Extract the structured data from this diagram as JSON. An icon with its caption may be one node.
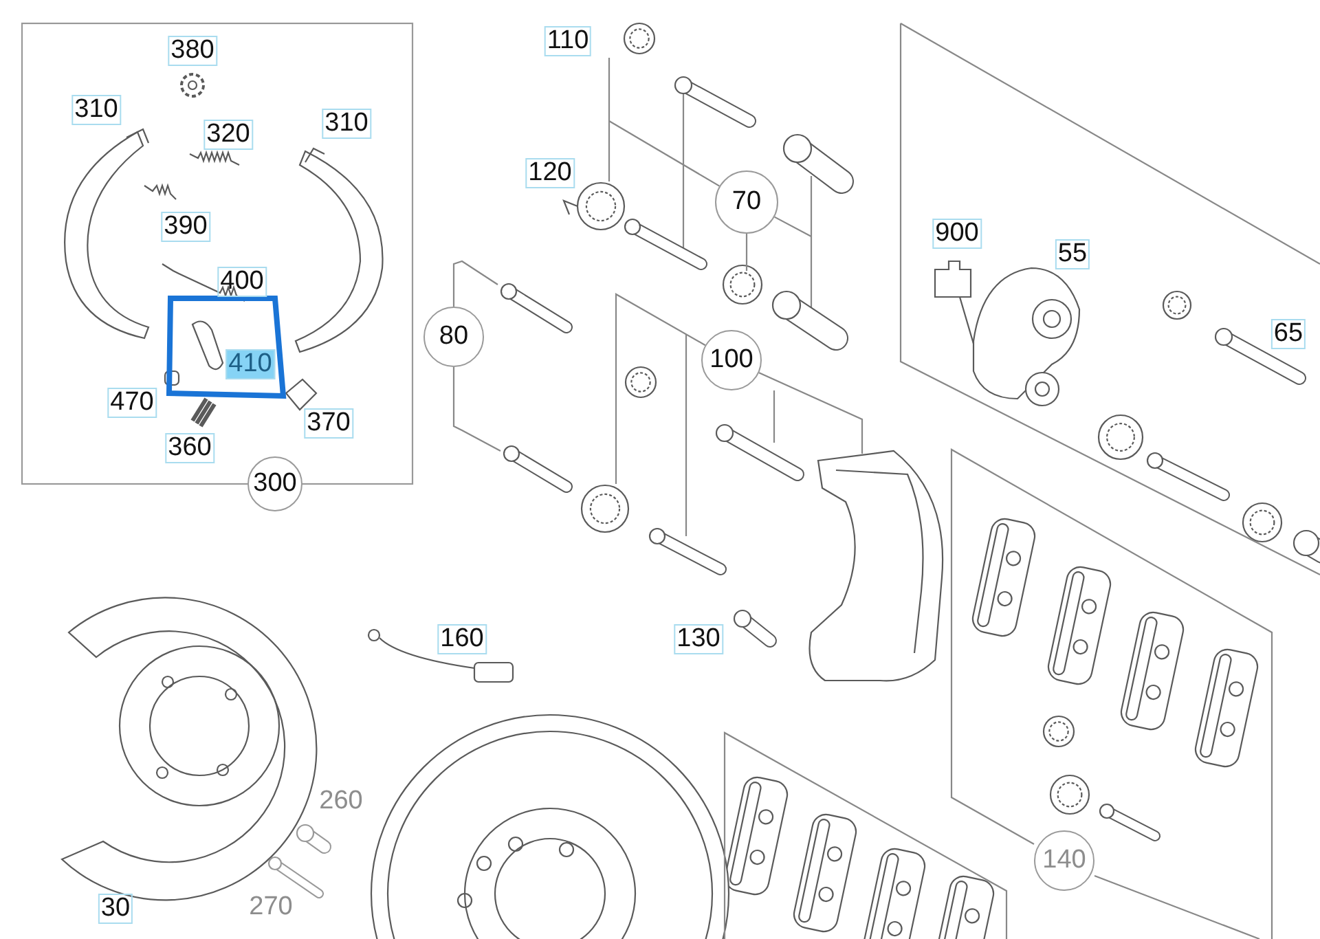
{
  "diagram": {
    "nodes": [
      {
        "text": [
          "70"
        ]
      },
      {
        "text": [
          "80"
        ]
      },
      {
        "text": [
          "100"
        ]
      },
      {
        "text": [
          "300"
        ]
      },
      {
        "text": [
          "140"
        ]
      }
    ],
    "edges": [
      {
        "from": 0,
        "to": null,
        "arrow": "none"
      },
      {
        "from": 0,
        "to": null,
        "arrow": "none"
      },
      {
        "from": 0,
        "to": null,
        "arrow": "none"
      },
      {
        "from": 1,
        "to": null,
        "arrow": "none"
      },
      {
        "from": 1,
        "to": null,
        "arrow": "none"
      },
      {
        "from": 2,
        "to": null,
        "arrow": "none"
      },
      {
        "from": 2,
        "to": null,
        "arrow": "none"
      }
    ],
    "labels": [
      "110",
      "380",
      "310",
      "320",
      "310",
      "120",
      "390",
      "900",
      "55",
      "400",
      "410",
      "65",
      "470",
      "370",
      "360",
      "160",
      "130",
      "260",
      "270",
      "30"
    ]
  }
}
